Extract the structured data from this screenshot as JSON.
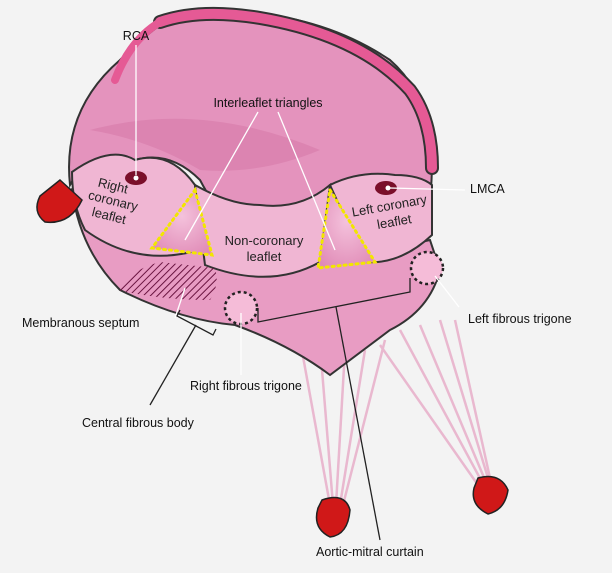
{
  "title": "Aortic root anatomy",
  "colors": {
    "background": "#f3f3f3",
    "tissue": "#eaa0c6",
    "tissue_dark": "#d46fa3",
    "rim": "#e55a95",
    "papillary": "#d01818",
    "triangle_outline": "#f2e600",
    "outline": "#222222"
  },
  "labels": {
    "rca": "RCA",
    "interleaflet": "Interleaflet triangles",
    "lmca": "LMCA",
    "right_coronary_1": "Right",
    "right_coronary_2": "coronary",
    "right_coronary_3": "leaflet",
    "non_coronary_1": "Non-coronary",
    "non_coronary_2": "leaflet",
    "left_coronary_1": "Left coronary",
    "left_coronary_2": "leaflet",
    "membranous_septum": "Membranous septum",
    "left_fibrous_trigone": "Left fibrous trigone",
    "right_fibrous_trigone": "Right fibrous trigone",
    "central_fibrous_body": "Central fibrous body",
    "aortic_mitral_curtain": "Aortic-mitral curtain"
  }
}
